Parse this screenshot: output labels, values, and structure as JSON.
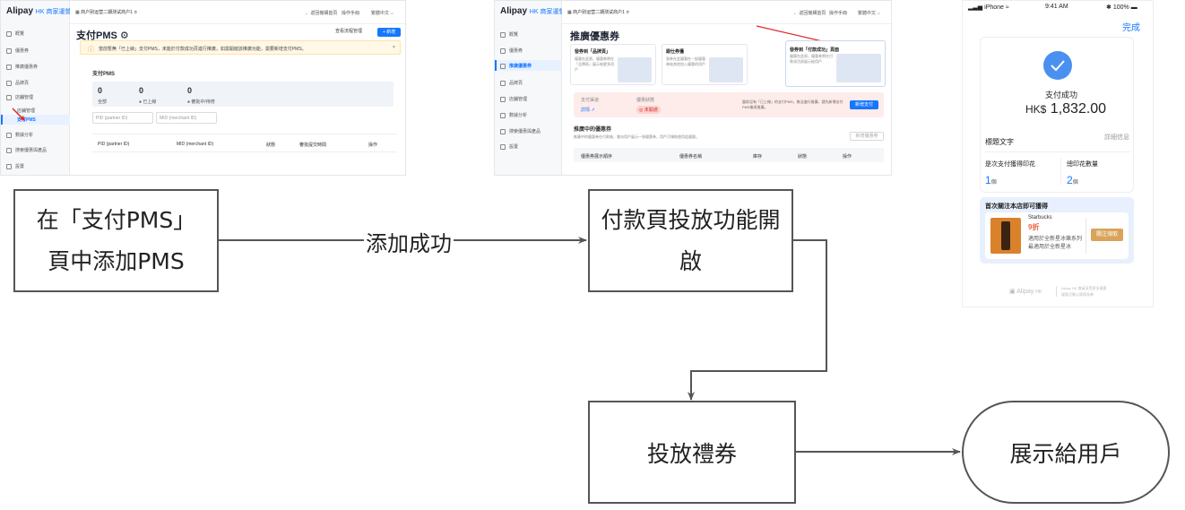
{
  "screenshot1": {
    "logo": "Alipay",
    "logo_hk": "HK 商家運營中心",
    "merchant": "商户别运营二期测试商户1 ≎",
    "page_title": "支付PMS ⚙",
    "view_btn": "查看流程管理",
    "add_btn": "+ 新增",
    "banner_text": "當前暫無「已上線」支付PMS，未能於付款成功頁進行推廣，如需開啟該推廣功能，需要新增支付PMS。",
    "section_title": "支付PMS",
    "stats": [
      {
        "value": "0",
        "label": "全部"
      },
      {
        "value": "0",
        "label": "● 已上線"
      },
      {
        "value": "0",
        "label": "● 審批中/待修"
      }
    ],
    "pid_placeholder": "PID (partner ID)",
    "mid_placeholder": "MID (merchant ID)",
    "table_headers": [
      "PID (partner ID)",
      "MID (merchant ID)",
      "狀態",
      "審批提交時間",
      "操作"
    ],
    "sidebar": [
      "概覽",
      "優惠券",
      "推廣優惠券",
      "品牌頁",
      "店舖管理",
      "店鋪管理",
      "支付PMS",
      "數據分析",
      "搜索優惠與產品",
      "設置"
    ],
    "topbar_links": [
      "← 返回機構首頁",
      "操作手冊",
      "繁體中文 ⌵"
    ]
  },
  "screenshot2": {
    "logo": "Alipay",
    "logo_hk": "HK 商家運營中心",
    "merchant": "商户别运营二期测试商户1 ≎",
    "page_title": "推廣優惠券",
    "cards": [
      {
        "title": "發券到「品牌頁」",
        "desc": "優惠在此頁，優惠券將在「品牌頁」展示給更多用戶"
      },
      {
        "title": "跟仕券獲",
        "desc": "發券在此優惠在一起優惠券給其他加入優惠的用戶"
      },
      {
        "title": "發券到「付款成功」頁面",
        "desc": "優惠在此頁，優惠券將在付款成功頁展示給用戶"
      }
    ],
    "status_col1": "支付渠道",
    "status_col1_val": "詳情 ↗",
    "status_col2": "優惠狀態",
    "status_col2_val": "◎ 未開通",
    "status_text": "當前沒有「已上線」的支付PMS，無法進行推廣，請先新增支付PMS後再推廣。",
    "status_btn": "新增支付",
    "list_title": "推廣中的優惠券",
    "list_desc": "推廣中的優惠券在付款後，會向用戶展示一張優惠券，用戶可領取使用此優惠。",
    "list_btn": "新增優惠券",
    "table_headers": [
      "優惠券展示順序",
      "優惠券名稱",
      "庫存",
      "狀態",
      "操作"
    ],
    "sidebar": [
      "概覽",
      "優惠券",
      "推廣優惠券",
      "品牌頁",
      "店舖管理",
      "數據分析",
      "搜索優惠與產品",
      "設置"
    ],
    "topbar_links": [
      "← 返回機構首頁",
      "操作手冊",
      "繁體中文 ⌵"
    ]
  },
  "phone": {
    "carrier": "iPhone",
    "time": "9:41 AM",
    "battery": "100%",
    "done": "完成",
    "success_label": "支付成功",
    "currency": "HK$",
    "amount": "1,832.00",
    "title_text": "標題文字",
    "detail_link": "詳細信息",
    "stat1_label": "是次支付獲得印花",
    "stat1_value": "1",
    "stat1_unit": "個",
    "stat2_label": "總印花數量",
    "stat2_value": "2",
    "stat2_unit": "個",
    "promo_title": "首次關注本店即可獲得",
    "brand": "Starbucks",
    "discount": "9折",
    "promo_desc1": "適用於全新星冰樂系列",
    "promo_desc2": "最適用於全新星冰",
    "claim_btn": "關注領取",
    "footer_logo": "Alipay",
    "footer_logo_hk": "HK",
    "footer_text1": "Alipay HK 會員享受更多優惠",
    "footer_text2": "優惠活動以實際為準"
  },
  "flow": {
    "nodes": [
      {
        "id": "add_pms",
        "line1": "在「支付PMS」",
        "line2": "頁中添加PMS"
      },
      {
        "id": "enable",
        "line1": "付款頁投放功能開",
        "line2": "啟"
      },
      {
        "id": "deliver",
        "text": "投放禮券"
      },
      {
        "id": "show",
        "text": "展示給用戶"
      }
    ],
    "edge_label": "添加成功"
  }
}
